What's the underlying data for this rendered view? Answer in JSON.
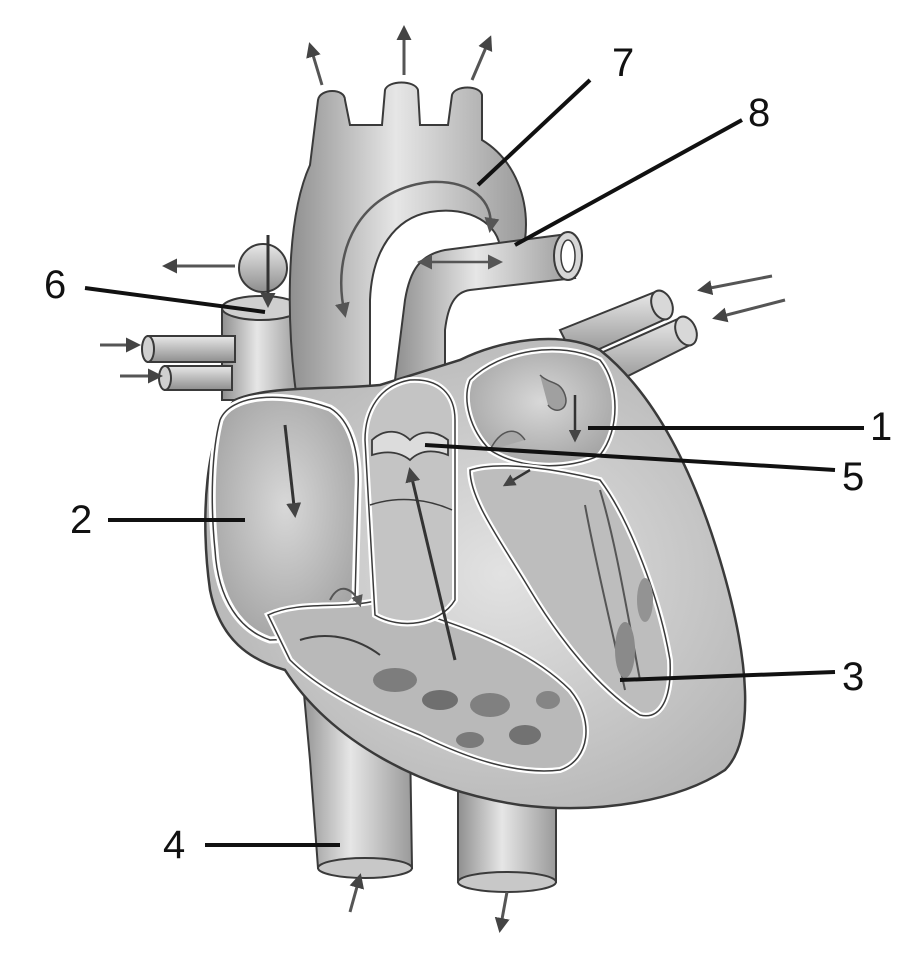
{
  "labels": [
    {
      "id": "1",
      "text": "1"
    },
    {
      "id": "2",
      "text": "2"
    },
    {
      "id": "3",
      "text": "3"
    },
    {
      "id": "4",
      "text": "4"
    },
    {
      "id": "5",
      "text": "5"
    },
    {
      "id": "6",
      "text": "6"
    },
    {
      "id": "7",
      "text": "7"
    },
    {
      "id": "8",
      "text": "8"
    }
  ],
  "colors": {
    "outline": "#3a3a3a",
    "tissue_light": "#e4e4e4",
    "tissue_mid": "#bdbdbd",
    "tissue_dark": "#8d8d8d",
    "leader_line": "#111111"
  }
}
